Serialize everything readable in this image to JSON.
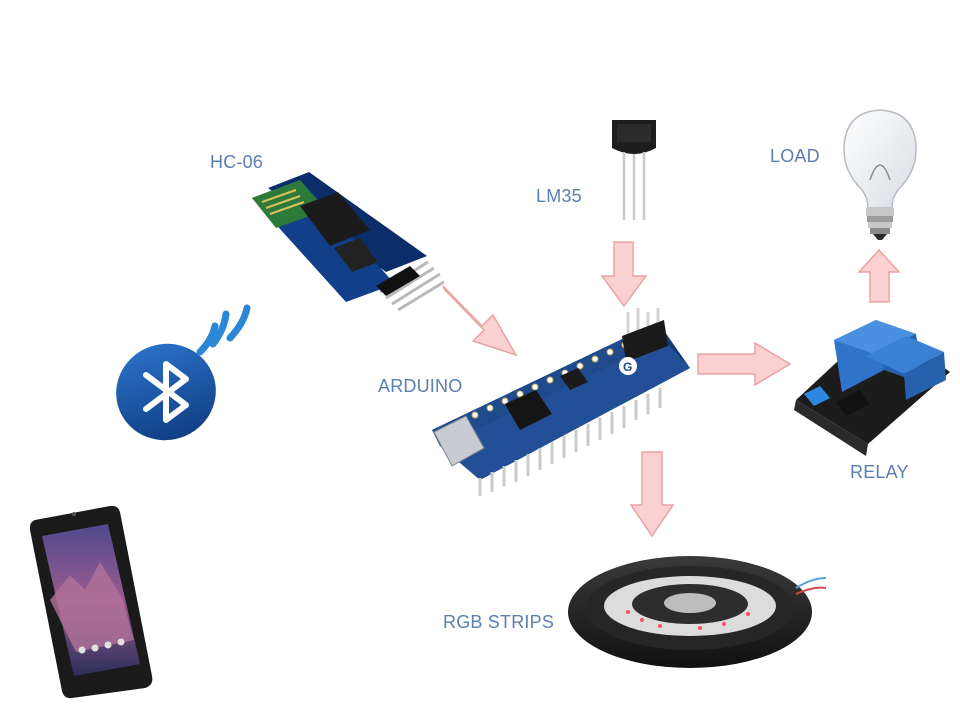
{
  "colors": {
    "label": "#5b7fb0",
    "arrow_fill": "#fbd0d0",
    "arrow_stroke": "#e9a3a3",
    "arduino_board": "#1f4a8c",
    "bluetooth": "#1a5db0",
    "relay_blue": "#2f74c8"
  },
  "labels": {
    "hc06": "HC-06",
    "lm35": "LM35",
    "load": "LOAD",
    "arduino": "ARDUINO",
    "relay": "RELAY",
    "rgb_strips": "RGB STRIPS"
  },
  "icons": {
    "bluetooth": "bluetooth-icon",
    "wifi": "wireless-waves-icon",
    "phone": "smartphone-icon",
    "bulb": "light-bulb-icon"
  }
}
